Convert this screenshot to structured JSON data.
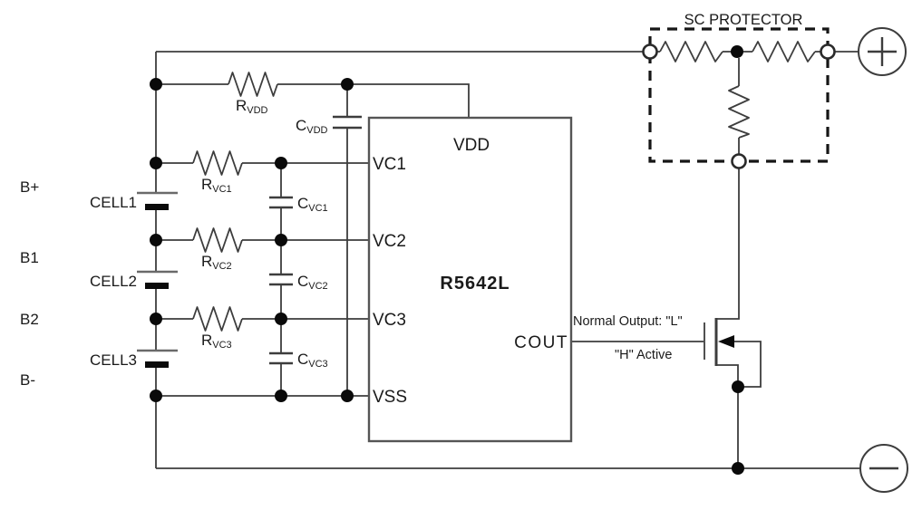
{
  "sc_protector": {
    "label": "SC PROTECTOR"
  },
  "terminals": {
    "positive": "+",
    "negative": "−"
  },
  "battery_labels": {
    "bplus": "B+",
    "b1": "B1",
    "b2": "B2",
    "bminus": "B-"
  },
  "cells": {
    "cell1": "CELL1",
    "cell2": "CELL2",
    "cell3": "CELL3"
  },
  "resistors": {
    "rvdd": {
      "main": "R",
      "sub": "VDD"
    },
    "rvc1": {
      "main": "R",
      "sub": "VC1"
    },
    "rvc2": {
      "main": "R",
      "sub": "VC2"
    },
    "rvc3": {
      "main": "R",
      "sub": "VC3"
    }
  },
  "capacitors": {
    "cvdd": {
      "main": "C",
      "sub": "VDD"
    },
    "cvc1": {
      "main": "C",
      "sub": "VC1"
    },
    "cvc2": {
      "main": "C",
      "sub": "VC2"
    },
    "cvc3": {
      "main": "C",
      "sub": "VC3"
    }
  },
  "ic": {
    "name": "R5642L",
    "pins": {
      "vdd": "VDD",
      "vc1": "VC1",
      "vc2": "VC2",
      "vc3": "VC3",
      "vss": "VSS",
      "cout": "COUT"
    }
  },
  "output_annotation": {
    "line1": "Normal Output: \"L\"",
    "line2": "\"H\" Active"
  },
  "colors": {
    "line": "#3d3d3d",
    "text": "#1a1a1a",
    "background": "#ffffff"
  }
}
